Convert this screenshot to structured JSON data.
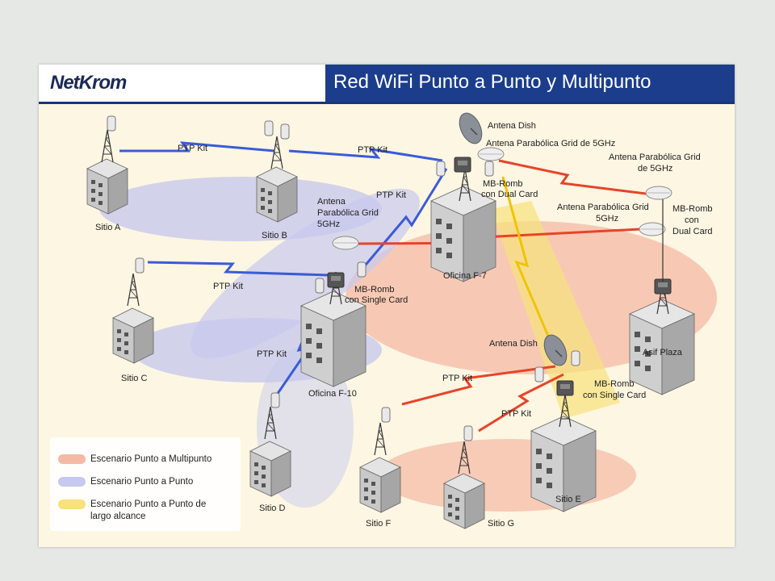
{
  "header": {
    "logo": "NetKrom",
    "title": "Red WiFi Punto a Punto y Multipunto"
  },
  "colors": {
    "multipoint": "#f4b9a4",
    "point_to_point": "#c7c9ee",
    "long_range": "#f7e27c",
    "title_bar": "#1b3d8c",
    "link_blue": "#3a5bd9",
    "link_red": "#e8432a",
    "link_yellow": "#f0c400"
  },
  "sites": {
    "sitio_a": "Sitio A",
    "sitio_b": "Sitio B",
    "sitio_c": "Sitio C",
    "sitio_d": "Sitio D",
    "sitio_e": "Sitio E",
    "sitio_f": "Sitio F",
    "sitio_g": "Sitio G",
    "oficina_f7": "Oficina F-7",
    "oficina_f10": "Oficina F-10",
    "asif_plaza": "Asif Plaza"
  },
  "links": {
    "ptp_kit": "PTP Kit"
  },
  "equipment": {
    "antena_dish": "Antena Dish",
    "grid_f7": "Antena Parabólica Grid de 5GHz",
    "grid_asif_1": "Antena Parabólica Grid",
    "grid_asif_2": "de 5GHz",
    "grid_asif_low_1": "Antena Parabólica Grid",
    "grid_asif_low_2": "5GHz",
    "grid_f10_1": "Antena",
    "grid_f10_2": "Parabólica Grid",
    "grid_f10_3": "5GHz",
    "mb_romb": "MB-Romb",
    "con_dual_card": "con Dual Card",
    "con": "con",
    "dual_card": "Dual Card",
    "con_single_card": "con Single Card"
  },
  "legend": {
    "multipoint": "Escenario Punto a Multipunto",
    "point_to_point": "Escenario Punto a Punto",
    "long_range": "Escenario Punto a Punto de largo alcance"
  }
}
